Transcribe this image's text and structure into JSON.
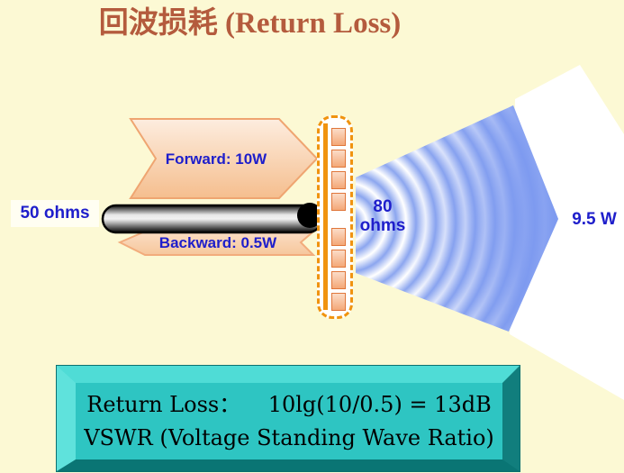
{
  "slide": {
    "title": "回波损耗 (Return Loss)",
    "background_color": "#FCF9D4"
  },
  "diagram": {
    "source_label": "50 ohms",
    "forward_label": "Forward: 10W",
    "backward_label": "Backward: 0.5W",
    "load_label_line1": "80",
    "load_label_line2": "ohms",
    "radiated_label": "9.5 W",
    "antenna_element_count": 8
  },
  "formula_box": {
    "line1": "Return Loss：    10lg(10/0.5) = 13dB",
    "line2": "VSWR (Voltage Standing Wave Ratio)"
  },
  "colors": {
    "title_text": "#B45B3D",
    "label_blue": "#1E1ECB",
    "arrow_fill_light": "#FDEDDF",
    "arrow_fill_dark": "#F5BE8E",
    "arrow_stroke": "#EFA571",
    "antenna_orange": "#F0930F",
    "antenna_element_border": "#E0763A",
    "wave_blue": "#8CA6EF",
    "beam_backdrop": "#FFFFFF",
    "box_face": "#2EC5C2",
    "box_bevel_light": "#4FDCD6",
    "box_bevel_dark": "#0A7574"
  }
}
